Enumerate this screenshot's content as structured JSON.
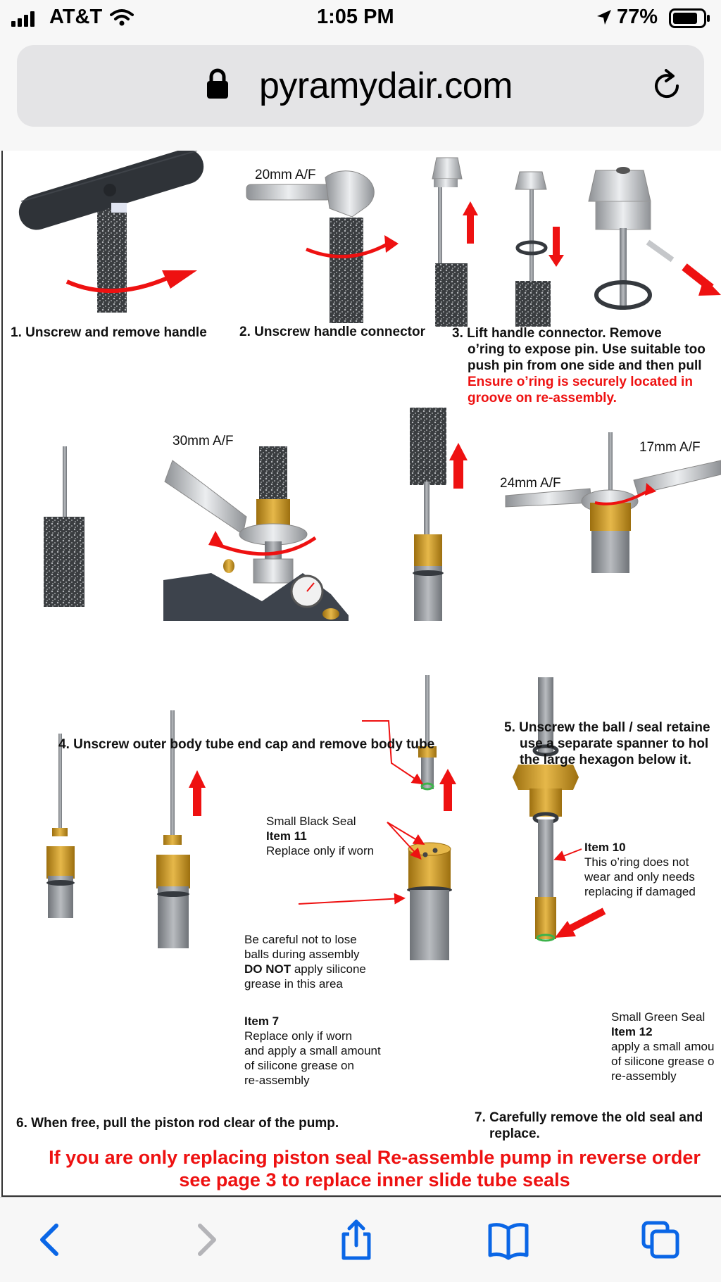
{
  "status_bar": {
    "carrier": "AT&T",
    "time": "1:05 PM",
    "battery": "77%"
  },
  "browser": {
    "url": "pyramydair.com"
  },
  "page": {
    "step1_caption": "1. Unscrew and remove handle",
    "step2_caption": "2. Unscrew handle connector",
    "step2_wrench": "20mm A/F",
    "step3_line1": "3. Lift handle connector. Remove",
    "step3_line2": "o’ring to expose pin. Use suitable too",
    "step3_line3": "push pin from one side and then pull",
    "step3_warn1": "Ensure o’ring is securely located in",
    "step3_warn2": "groove on re-assembly.",
    "step4_wrench": "30mm A/F",
    "step4_caption": "4. Unscrew outer body tube end cap and remove body tube",
    "step5_wrench_a": "17mm A/F",
    "step5_wrench_b": "24mm A/F",
    "step5_line1": "5. Unscrew the ball / seal retaine",
    "step5_line2": "use a separate spanner to hol",
    "step5_line3": "the large hexagon below it.",
    "seal11_l1": "Small Black Seal",
    "seal11_l2": "Item 11",
    "seal11_l3": "Replace only if worn",
    "balls_l1": "Be careful not to lose",
    "balls_l2": "balls during assembly",
    "balls_l3a": "DO NOT",
    "balls_l3b": " apply silicone",
    "balls_l4": "grease in this area",
    "item7_l1": "Item 7",
    "item7_l2": "Replace only if worn",
    "item7_l3": "and apply a small amount",
    "item7_l4": "of silicone grease on",
    "item7_l5": "re-assembly",
    "item10_l1": "Item 10",
    "item10_l2": "This o’ring does not",
    "item10_l3": "wear and only needs",
    "item10_l4": "replacing if damaged",
    "item12_l1": "Small Green Seal",
    "item12_l2": "Item 12",
    "item12_l3": "apply a small amou",
    "item12_l4": "of silicone grease o",
    "item12_l5": "re-assembly",
    "step6_caption": "6. When free, pull the piston rod clear of the pump.",
    "step7_line1": "7. Carefully remove the old seal and",
    "step7_line2": "replace.",
    "footer_warn1": "If you are only replacing piston seal Re-assemble pump in reverse order",
    "footer_warn2": "see page 3 to replace inner slide tube seals"
  },
  "toolbar": {
    "icons": [
      "back-icon",
      "forward-icon",
      "share-icon",
      "bookmarks-icon",
      "tabs-icon"
    ]
  },
  "colors": {
    "accent": "#0a66e6",
    "warning_red": "#e11111",
    "brass": "#c9951f",
    "rod_gray": "#8a8d92"
  }
}
